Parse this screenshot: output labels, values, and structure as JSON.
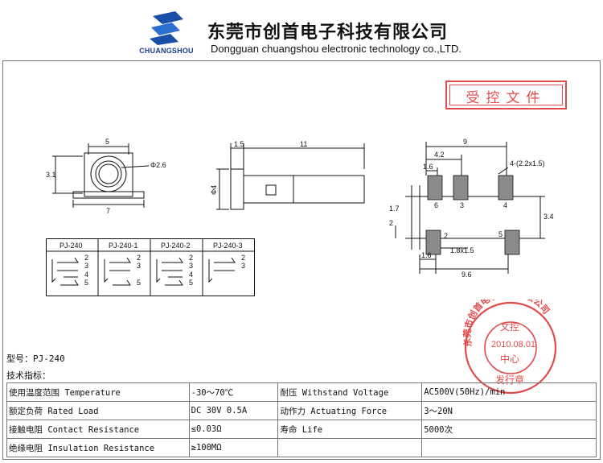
{
  "header": {
    "company_cn": "东莞市创首电子科技有限公司",
    "company_en": "Dongguan chuangshou electronic technology co.,LTD.",
    "logo_text": "CHUANGSHOU",
    "controlled_doc_stamp": "受控文件"
  },
  "colors": {
    "logo_blue": "#1a4fa8",
    "seal_red": "#e24b4b",
    "pad_gray": "#8a8a8a"
  },
  "drawing": {
    "front_view": {
      "dim_width": "5",
      "dim_height": "3.1",
      "dim_base": "7",
      "dim_hole": "Φ2.6"
    },
    "side_view": {
      "dim_head": "1.5",
      "dim_length": "11",
      "dim_dia": "Φ4"
    },
    "footprint": {
      "dim_total": "9",
      "dim_42": "4.2",
      "dim_16_top": "1.6",
      "dim_pad": "4-(2.2x1.5)",
      "dim_17": "1.7",
      "dim_2": "2",
      "dim_34": "3.4",
      "dim_16_bot": "1.6",
      "dim_slot": "1.8x1.5",
      "dim_96": "9.6",
      "pin_top": [
        "6",
        "3",
        "4"
      ],
      "pin_bottom": [
        "2",
        "5"
      ]
    },
    "variants": {
      "headers": [
        "PJ-240",
        "PJ-240-1",
        "PJ-240-2",
        "PJ-240-3"
      ],
      "pins": [
        [
          "2",
          "3",
          "4",
          "5"
        ],
        [
          "2",
          "3",
          "5"
        ],
        [
          "2",
          "3",
          "4",
          "5"
        ],
        [
          "2",
          "3"
        ]
      ]
    }
  },
  "seal": {
    "ring_text": "东莞市创首电子科技有限公司",
    "line1": "文控",
    "date": "2010.08.01",
    "line3": "中心",
    "line4": "发行章"
  },
  "specs": {
    "model_label": "型号：PJ-240",
    "title": "技术指标：",
    "rows": [
      {
        "k1": "使用温度范围 Temperature",
        "v1": "-30～70℃",
        "k2": "耐压 Withstand Voltage",
        "v2": "AC500V(50Hz)/min"
      },
      {
        "k1": "额定负荷 Rated Load",
        "v1": "DC 30V 0.5A",
        "k2": "动作力 Actuating Force",
        "v2": "3～20N"
      },
      {
        "k1": "接触电阻 Contact Resistance",
        "v1": "≤0.03Ω",
        "k2": "寿命 Life",
        "v2": "5000次"
      },
      {
        "k1": "绝缘电阻 Insulation Resistance",
        "v1": "≥100MΩ",
        "k2": "",
        "v2": ""
      }
    ]
  }
}
